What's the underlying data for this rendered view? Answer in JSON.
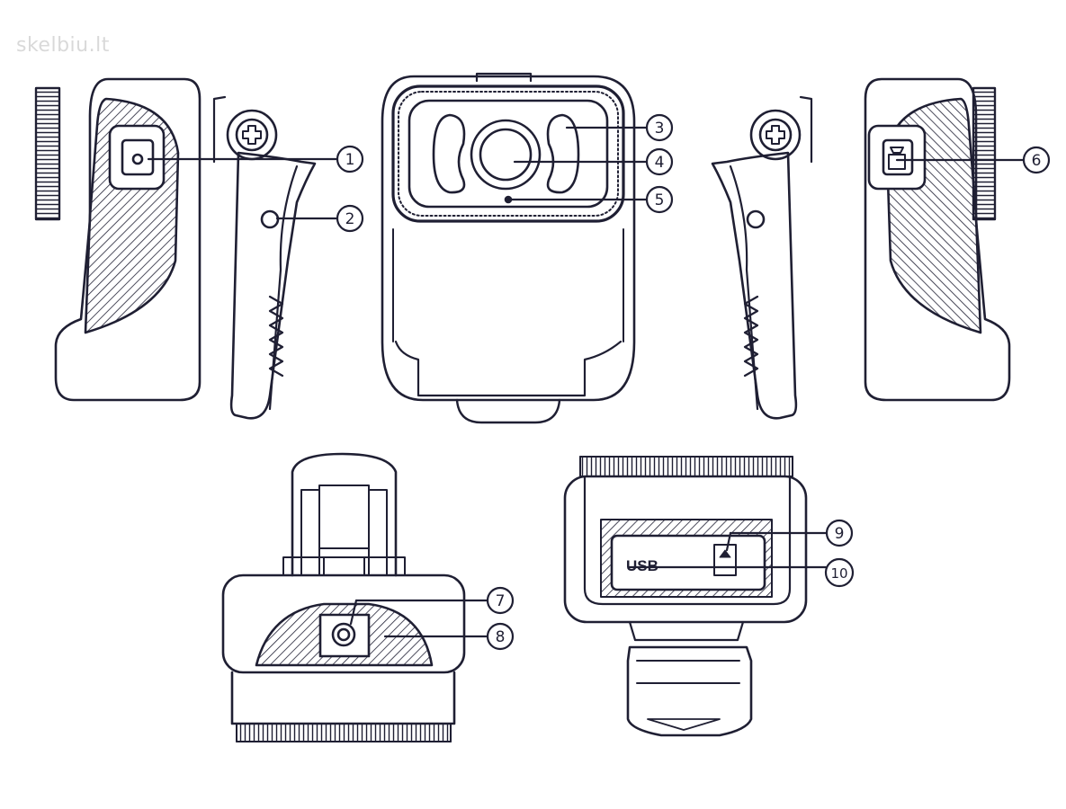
{
  "watermark": {
    "text": "skelbiu.lt"
  },
  "labels": {
    "usb": "USB"
  },
  "callouts": [
    {
      "id": "1",
      "label": "1"
    },
    {
      "id": "2",
      "label": "2"
    },
    {
      "id": "3",
      "label": "3"
    },
    {
      "id": "4",
      "label": "4"
    },
    {
      "id": "5",
      "label": "5"
    },
    {
      "id": "6",
      "label": "6"
    },
    {
      "id": "7",
      "label": "7"
    },
    {
      "id": "8",
      "label": "8"
    },
    {
      "id": "9",
      "label": "9"
    },
    {
      "id": "10",
      "label": "10"
    }
  ],
  "colors": {
    "line": "#1f1f33",
    "background": "#ffffff",
    "watermark": "#d9d9d9"
  }
}
